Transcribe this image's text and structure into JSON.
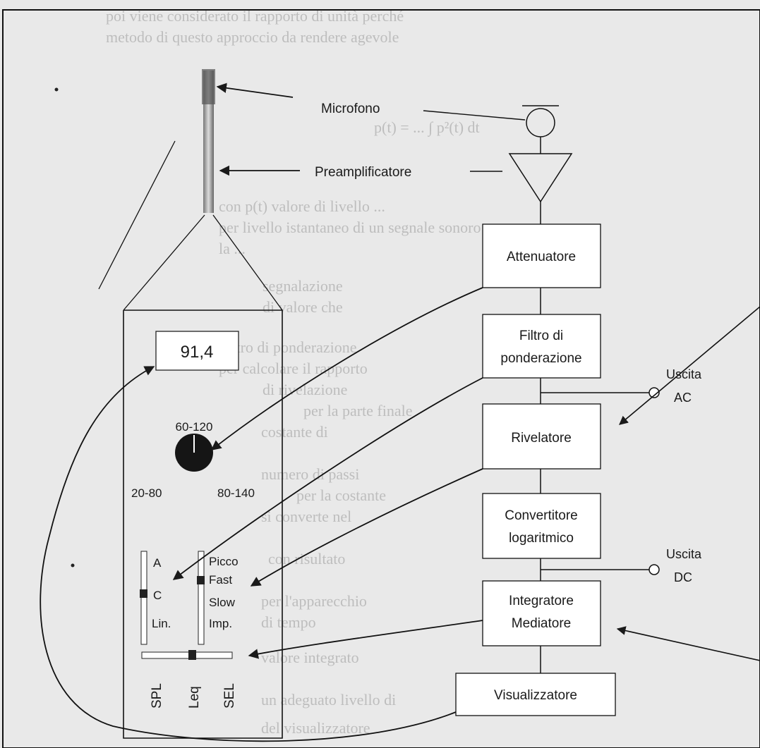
{
  "labels": {
    "microphone": "Microfono",
    "preamplifier": "Preamplificatore",
    "output_ac_line1": "Uscita",
    "output_ac_line2": "AC",
    "output_dc_line1": "Uscita",
    "output_dc_line2": "DC"
  },
  "blocks": {
    "attenuator": "Attenuatore",
    "weighting_filter_line1": "Filtro di",
    "weighting_filter_line2": "ponderazione",
    "detector": "Rivelatore",
    "log_converter_line1": "Convertitore",
    "log_converter_line2": "logaritmico",
    "integrator_line1": "Integratore",
    "integrator_line2": "Mediatore",
    "display": "Visualizzatore"
  },
  "meter": {
    "display_value": "91,4",
    "range_top": "60-120",
    "range_left": "20-80",
    "range_right": "80-140",
    "weighting_options": [
      "A",
      "C",
      "Lin."
    ],
    "time_constant_options": [
      "Picco",
      "Fast",
      "Slow",
      "Imp."
    ],
    "mode_options": [
      "SPL",
      "Leq",
      "SEL"
    ]
  },
  "background_text": [
    "poi viene considerato il rapporto di unità perché",
    "metodo di questo approccio da rendere agevole",
    "p(t) = ... ∫ p²(t) dt",
    "con p(t) valore di livello ...",
    "per livello istantaneo di un segnale sonoro",
    "la ...",
    "segnalazione",
    "di valore che",
    "Filtro di ponderazione",
    "per calcolare il rapporto",
    "di rivelazione",
    "per la parte finale",
    "costante di",
    "numero di passi",
    "per la costante",
    "si converte nel",
    "con risultato",
    "per l'apparecchio",
    "di tempo",
    "valore integrato",
    "un adeguato livello di",
    "del visualizzatore"
  ],
  "colors": {
    "paper": "#e9e9e9",
    "ink": "#1a1a1a",
    "box_fill": "#ffffff"
  }
}
